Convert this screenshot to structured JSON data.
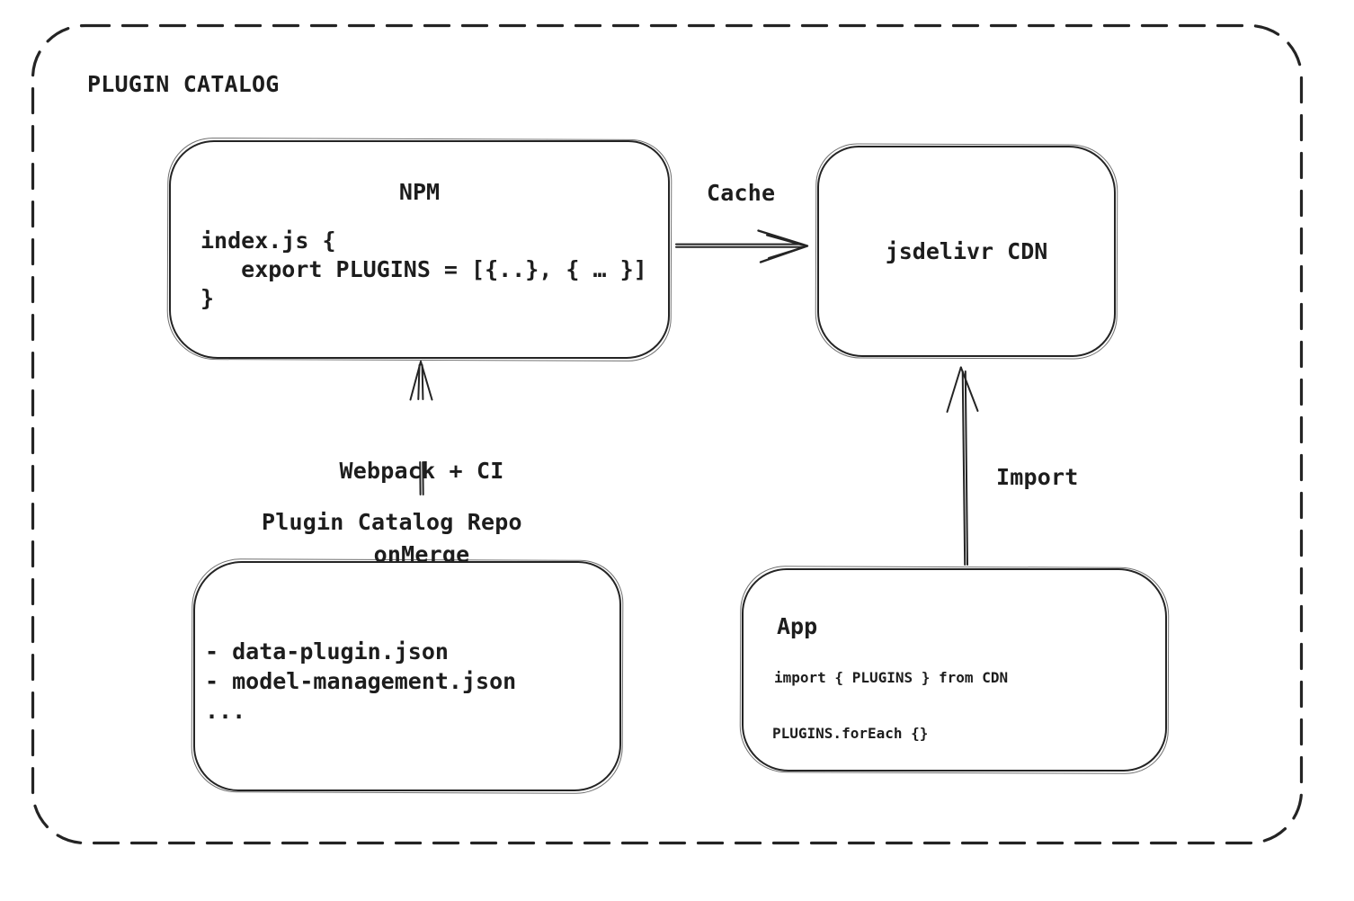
{
  "frame": {
    "title": "PLUGIN CATALOG"
  },
  "nodes": {
    "npm": {
      "title": "NPM",
      "code": [
        "index.js {",
        "   export PLUGINS = [{..}, { … }]",
        "}"
      ]
    },
    "cdn": {
      "label": "jsdelivr CDN"
    },
    "repo": {
      "heading": "Plugin Catalog Repo",
      "items": [
        "- data-plugin.json",
        "- model-management.json",
        "..."
      ]
    },
    "app": {
      "title": "App",
      "code": [
        "import { PLUGINS } from CDN",
        "PLUGINS.forEach {}"
      ]
    }
  },
  "edges": {
    "cache": {
      "label": "Cache",
      "from": "NPM",
      "to": "jsdelivr CDN"
    },
    "build": {
      "label": [
        "Webpack + CI",
        "onMerge"
      ],
      "from": "Plugin Catalog Repo",
      "to": "NPM"
    },
    "import": {
      "label": "Import",
      "from": "App",
      "to": "jsdelivr CDN"
    }
  },
  "colors": {
    "ink": "#242424",
    "background": "#ffffff"
  }
}
